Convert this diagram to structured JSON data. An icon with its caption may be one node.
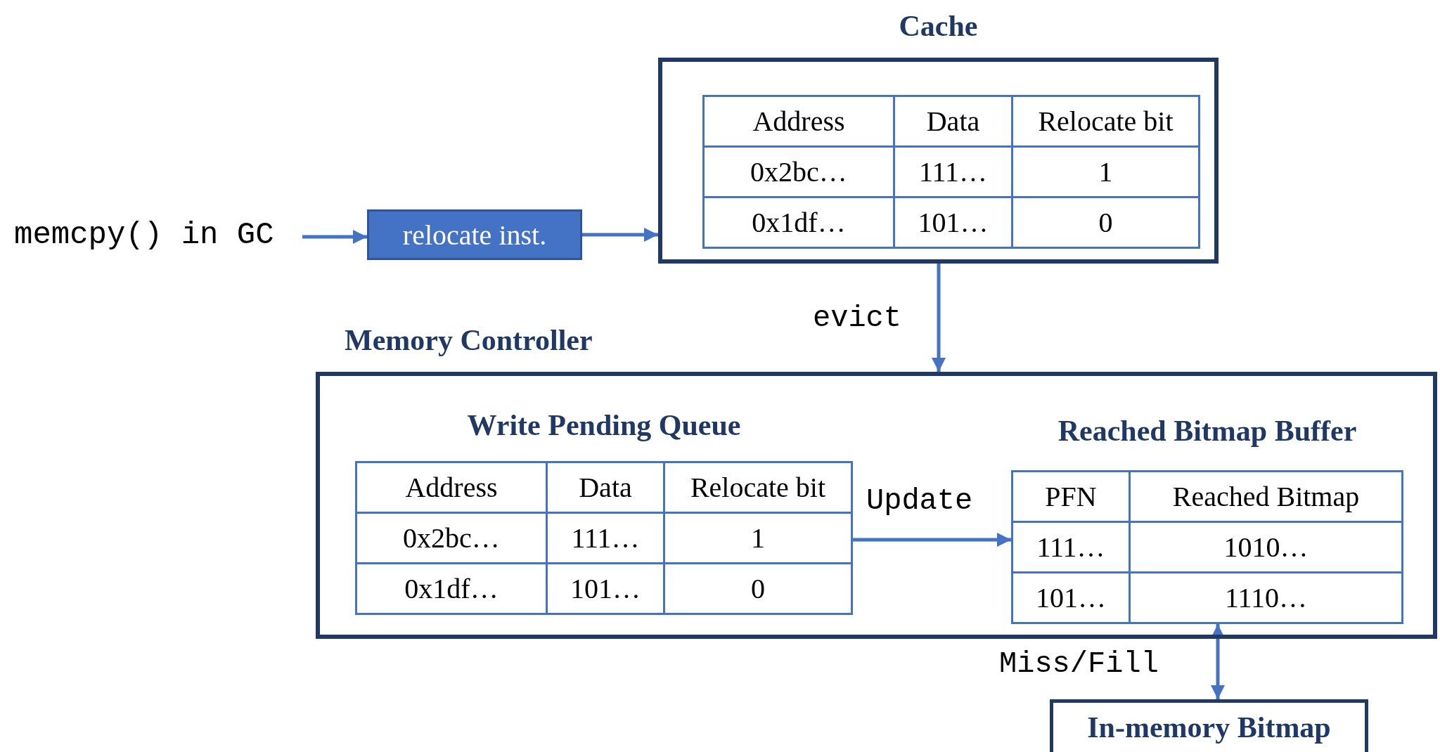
{
  "diagram": {
    "nodes": [
      {
        "text": [
          "memcpy() in GC"
        ]
      },
      {
        "text": [
          "relocate inst."
        ]
      },
      {
        "text": [
          "Cache"
        ]
      },
      {
        "text": [
          "Memory Controller"
        ]
      },
      {
        "text": [
          "Write Pending Queue"
        ],
        "in": 3
      },
      {
        "text": [
          "Reached Bitmap Buffer"
        ],
        "in": 3
      },
      {
        "text": [
          "In-memory Bitmap"
        ]
      }
    ],
    "edges": [
      {
        "from": 0,
        "to": 1,
        "arrow": "to"
      },
      {
        "from": 1,
        "to": 2,
        "arrow": "to"
      },
      {
        "from": 2,
        "to": 3,
        "arrow": "to",
        "label": "evict"
      },
      {
        "from": 4,
        "to": 5,
        "arrow": "to",
        "label": "Update"
      },
      {
        "from": 5,
        "to": 6,
        "arrow": "both",
        "label": "Miss/Fill"
      }
    ],
    "labels": [
      "Address",
      "Data",
      "Relocate bit",
      "0x2bc…",
      "111…",
      "1",
      "0x1df…",
      "101…",
      "0",
      "Address",
      "Data",
      "Relocate bit",
      "0x2bc…",
      "111…",
      "1",
      "0x1df…",
      "101…",
      "0",
      "PFN",
      "Reached Bitmap",
      "111…",
      "1010…",
      "101…",
      "1110…"
    ]
  }
}
